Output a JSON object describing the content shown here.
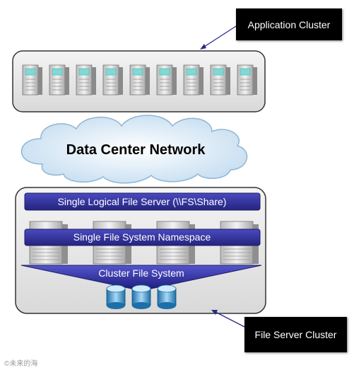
{
  "labels": {
    "application_cluster": "Application Cluster",
    "data_center_network": "Data Center Network",
    "single_logical_file_server": "Single Logical File Server  (\\\\FS\\Share)",
    "single_fs_namespace": "Single File System Namespace",
    "cluster_file_system": "Cluster File System",
    "file_server_cluster": "File Server Cluster"
  },
  "app_servers": {
    "count": 9
  },
  "file_servers": {
    "count": 4
  },
  "storage_disks": {
    "count": 3
  },
  "watermark": "©未来的海",
  "colors": {
    "bar_blue": "#2f2f9c",
    "cloud_blue": "#cde3f3",
    "callout_bg": "#000000"
  }
}
